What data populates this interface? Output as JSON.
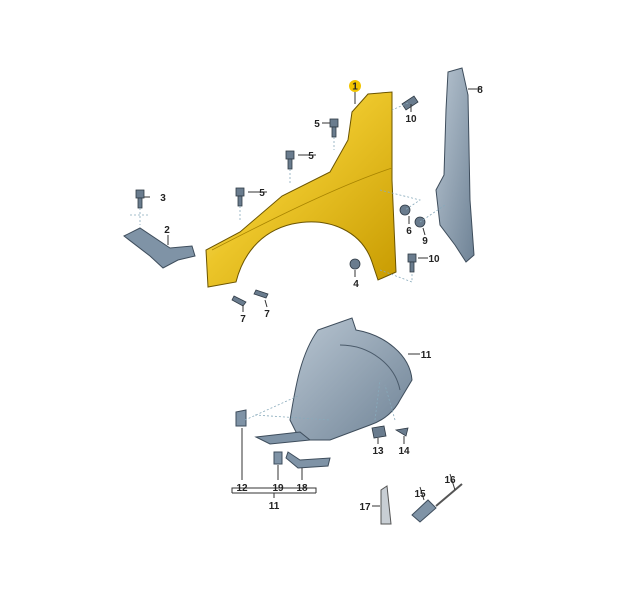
{
  "diagram": {
    "title_hidden": null,
    "colors": {
      "fender": "#e8c21a",
      "part": "#7f93a6",
      "highlight": "#f2c500"
    },
    "labels": {
      "p1": "1",
      "p2": "2",
      "p3": "3",
      "p4": "4",
      "p5a": "5",
      "p5b": "5",
      "p5c": "5",
      "p6": "6",
      "p7a": "7",
      "p7b": "7",
      "p8": "8",
      "p9": "9",
      "p10a": "10",
      "p10b": "10",
      "p11a": "11",
      "p11b": "11",
      "p12": "12",
      "p13": "13",
      "p14": "14",
      "p15": "15",
      "p16": "16",
      "p17": "17",
      "p18": "18",
      "p19": "19"
    }
  }
}
